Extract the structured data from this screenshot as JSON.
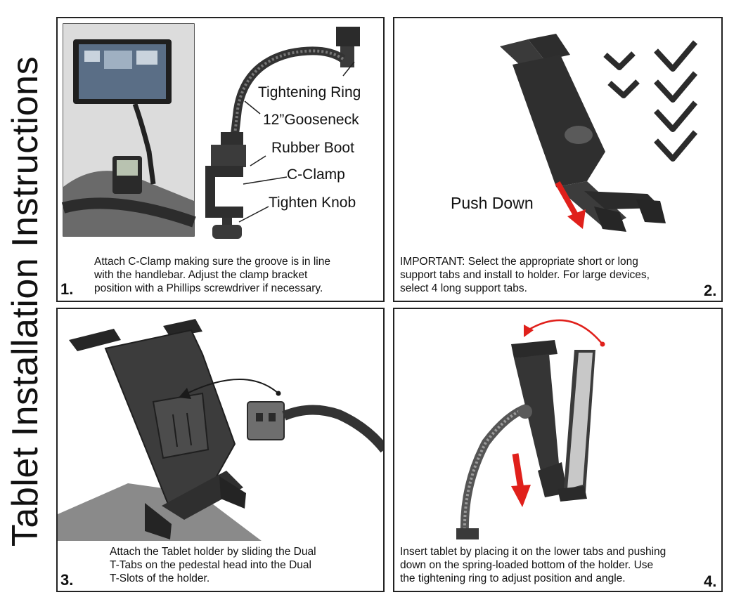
{
  "page_title": "Tablet Installation Instructions",
  "step1": {
    "number": "1.",
    "labels": {
      "tightening_ring": "Tightening Ring",
      "gooseneck": "12”Gooseneck",
      "rubber_boot": "Rubber Boot",
      "c_clamp": "C-Clamp",
      "tighten_knob": "Tighten Knob"
    },
    "text": [
      "Attach C-Clamp making sure the groove is in line",
      "with the handlebar. Adjust the clamp bracket",
      "position with a Phillips screwdriver if necessary."
    ]
  },
  "step2": {
    "number": "2.",
    "push_label": "Push Down",
    "text": [
      "IMPORTANT: Select the appropriate short or long",
      "support tabs and install to holder. For large devices,",
      "select 4 long support tabs."
    ]
  },
  "step3": {
    "number": "3.",
    "text": [
      "Attach the Tablet holder by sliding the Dual",
      "T-Tabs on the pedestal head into the Dual",
      "T-Slots of the holder."
    ]
  },
  "step4": {
    "number": "4.",
    "text": [
      "Insert tablet by placing it on the lower tabs and pushing",
      "down on the spring-loaded bottom of the holder. Use",
      "the tightening ring to adjust position and angle."
    ]
  },
  "colors": {
    "arrow_red": "#e0201b",
    "ink": "#111111",
    "dark_part": "#2b2b2b"
  }
}
